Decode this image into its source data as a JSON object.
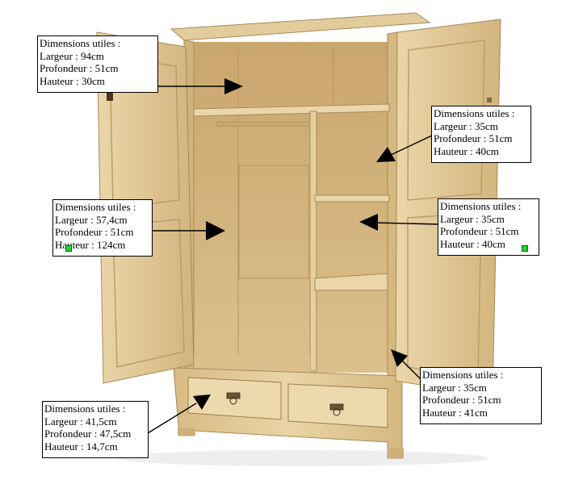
{
  "colors": {
    "wood_light": "#e8d2a2",
    "wood_mid": "#d9bd86",
    "wood_dark": "#b89a63",
    "interior_shadow": "#c7a46b",
    "outline": "#9c7e4c",
    "label_border": "#000000",
    "arrow": "#000000",
    "marker_green": "#2bd12b"
  },
  "annotations": [
    {
      "id": "top-shelf",
      "title": "Dimensions utiles :",
      "lines": [
        "Largeur : 94cm",
        "Profondeur : 51cm",
        "Hauteur : 30cm"
      ]
    },
    {
      "id": "right-upper",
      "title": "Dimensions utiles :",
      "lines": [
        "Largeur : 35cm",
        "Profondeur : 51cm",
        "Hauteur : 40cm"
      ]
    },
    {
      "id": "left-hanging",
      "title": "Dimensions utiles :",
      "lines": [
        "Largeur : 57,4cm",
        "Profondeur : 51cm",
        "Hauteur : 124cm"
      ]
    },
    {
      "id": "right-middle",
      "title": "Dimensions utiles :",
      "lines": [
        "Largeur : 35cm",
        "Profondeur : 51cm",
        "Hauteur : 40cm"
      ]
    },
    {
      "id": "right-lower",
      "title": "Dimensions utiles :",
      "lines": [
        "Largeur : 35cm",
        "Profondeur : 51cm",
        "Hauteur : 41cm"
      ]
    },
    {
      "id": "drawer",
      "title": "Dimensions utiles :",
      "lines": [
        "Largeur : 41,5cm",
        "Profondeur : 47,5cm",
        "Hauteur : 14,7cm"
      ]
    }
  ]
}
